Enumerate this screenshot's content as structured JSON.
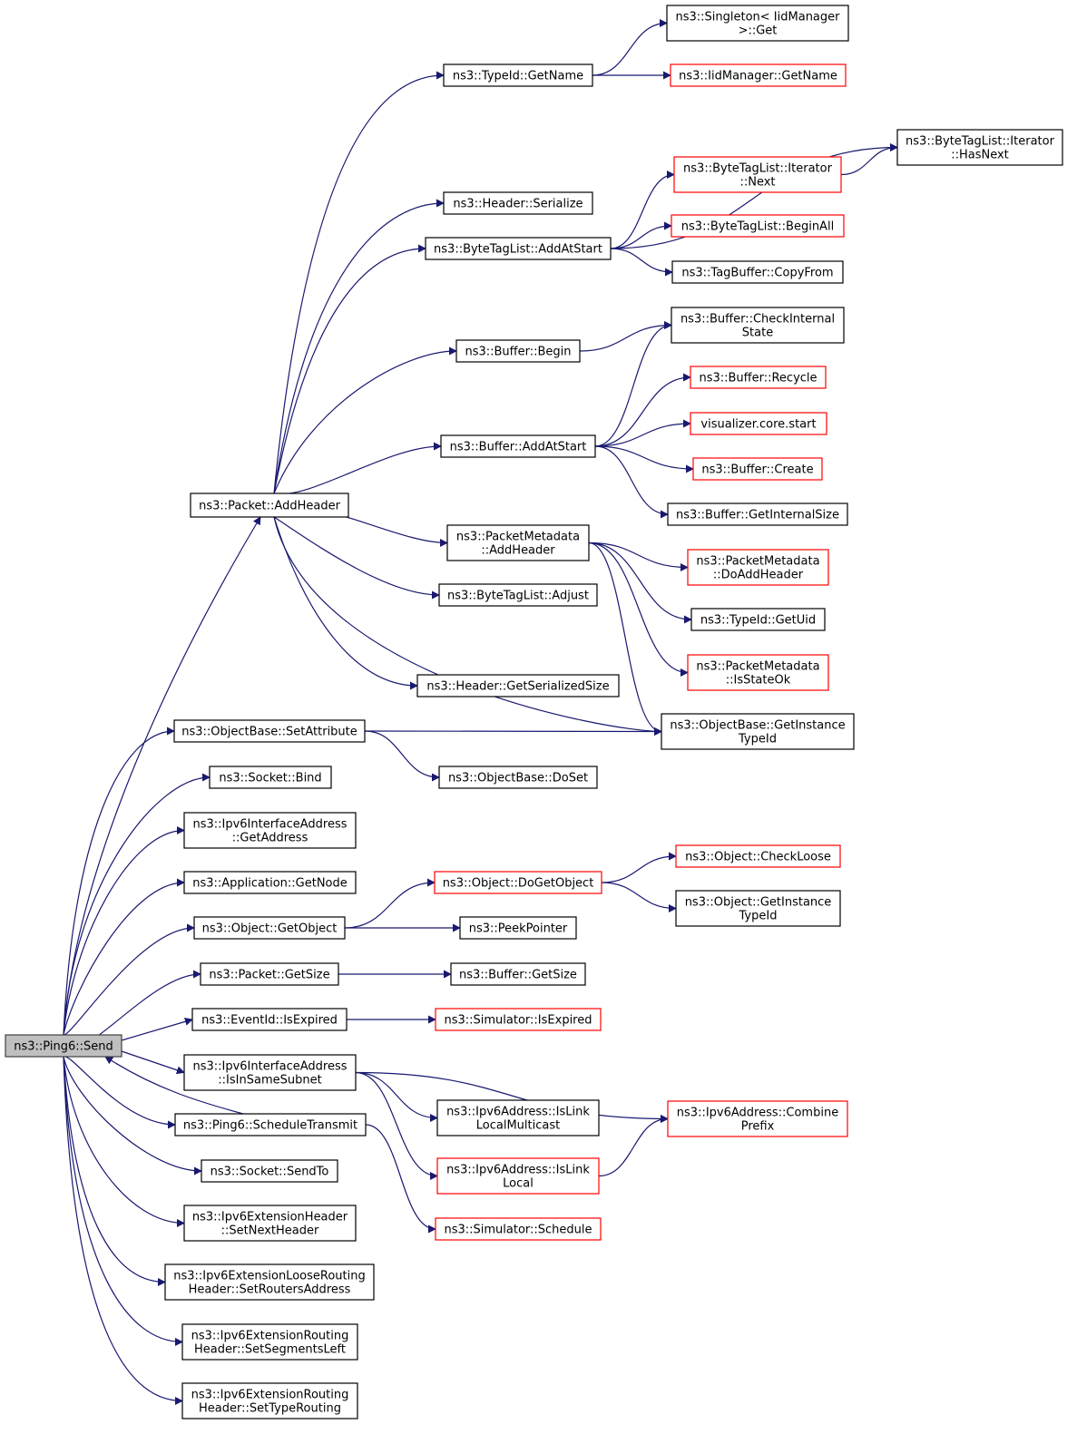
{
  "graph": {
    "title": "Call graph of ns3::Ping6::Send",
    "colors": {
      "edge": "#191970",
      "node_border": "#000000",
      "node_border_undocumented": "#ff0000",
      "root_fill": "#bfbfbf"
    },
    "nodes": [
      {
        "id": "send",
        "lines": [
          "ns3::Ping6::Send"
        ],
        "style": "root"
      },
      {
        "id": "addheader",
        "lines": [
          "ns3::Packet::AddHeader"
        ],
        "style": "normal"
      },
      {
        "id": "setattr",
        "lines": [
          "ns3::ObjectBase::SetAttribute"
        ],
        "style": "normal"
      },
      {
        "id": "bind",
        "lines": [
          "ns3::Socket::Bind"
        ],
        "style": "normal"
      },
      {
        "id": "ifgetaddr",
        "lines": [
          "ns3::Ipv6InterfaceAddress",
          "::GetAddress"
        ],
        "style": "normal"
      },
      {
        "id": "appgetnode",
        "lines": [
          "ns3::Application::GetNode"
        ],
        "style": "normal"
      },
      {
        "id": "getobject",
        "lines": [
          "ns3::Object::GetObject"
        ],
        "style": "normal"
      },
      {
        "id": "pktgetsize",
        "lines": [
          "ns3::Packet::GetSize"
        ],
        "style": "normal"
      },
      {
        "id": "isexpired",
        "lines": [
          "ns3::EventId::IsExpired"
        ],
        "style": "normal"
      },
      {
        "id": "issamesubnet",
        "lines": [
          "ns3::Ipv6InterfaceAddress",
          "::IsInSameSubnet"
        ],
        "style": "normal"
      },
      {
        "id": "schedtx",
        "lines": [
          "ns3::Ping6::ScheduleTransmit"
        ],
        "style": "normal"
      },
      {
        "id": "sendto",
        "lines": [
          "ns3::Socket::SendTo"
        ],
        "style": "normal"
      },
      {
        "id": "setnexthdr",
        "lines": [
          "ns3::Ipv6ExtensionHeader",
          "::SetNextHeader"
        ],
        "style": "normal"
      },
      {
        "id": "setrouters",
        "lines": [
          "ns3::Ipv6ExtensionLooseRouting",
          "Header::SetRoutersAddress"
        ],
        "style": "normal"
      },
      {
        "id": "setsegs",
        "lines": [
          "ns3::Ipv6ExtensionRouting",
          "Header::SetSegmentsLeft"
        ],
        "style": "normal"
      },
      {
        "id": "settype",
        "lines": [
          "ns3::Ipv6ExtensionRouting",
          "Header::SetTypeRouting"
        ],
        "style": "normal"
      },
      {
        "id": "typeidgetname",
        "lines": [
          "ns3::TypeId::GetName"
        ],
        "style": "normal"
      },
      {
        "id": "hdrserialize",
        "lines": [
          "ns3::Header::Serialize"
        ],
        "style": "normal"
      },
      {
        "id": "btladdatstart",
        "lines": [
          "ns3::ByteTagList::AddAtStart"
        ],
        "style": "normal"
      },
      {
        "id": "bufbegin",
        "lines": [
          "ns3::Buffer::Begin"
        ],
        "style": "normal"
      },
      {
        "id": "bufaddatstart",
        "lines": [
          "ns3::Buffer::AddAtStart"
        ],
        "style": "normal"
      },
      {
        "id": "pmaddheader",
        "lines": [
          "ns3::PacketMetadata",
          "::AddHeader"
        ],
        "style": "normal"
      },
      {
        "id": "btladjust",
        "lines": [
          "ns3::ByteTagList::Adjust"
        ],
        "style": "normal"
      },
      {
        "id": "hdrgetsersize",
        "lines": [
          "ns3::Header::GetSerializedSize"
        ],
        "style": "normal"
      },
      {
        "id": "objdoset",
        "lines": [
          "ns3::ObjectBase::DoSet"
        ],
        "style": "normal"
      },
      {
        "id": "dogetobject",
        "lines": [
          "ns3::Object::DoGetObject"
        ],
        "style": "red"
      },
      {
        "id": "peekpointer",
        "lines": [
          "ns3::PeekPointer"
        ],
        "style": "normal"
      },
      {
        "id": "bufgetsize",
        "lines": [
          "ns3::Buffer::GetSize"
        ],
        "style": "normal"
      },
      {
        "id": "simisexpired",
        "lines": [
          "ns3::Simulator::IsExpired"
        ],
        "style": "red"
      },
      {
        "id": "islinklocalmc",
        "lines": [
          "ns3::Ipv6Address::IsLink",
          "LocalMulticast"
        ],
        "style": "normal"
      },
      {
        "id": "islinklocal",
        "lines": [
          "ns3::Ipv6Address::IsLink",
          "Local"
        ],
        "style": "red"
      },
      {
        "id": "simschedule",
        "lines": [
          "ns3::Simulator::Schedule"
        ],
        "style": "red"
      },
      {
        "id": "singletonget",
        "lines": [
          "ns3::Singleton< IidManager",
          ">::Get"
        ],
        "style": "normal"
      },
      {
        "id": "iidgetname",
        "lines": [
          "ns3::IidManager::GetName"
        ],
        "style": "red"
      },
      {
        "id": "btliterhasnext",
        "lines": [
          "ns3::ByteTagList::Iterator",
          "::HasNext"
        ],
        "style": "normal"
      },
      {
        "id": "btliternext",
        "lines": [
          "ns3::ByteTagList::Iterator",
          "::Next"
        ],
        "style": "red"
      },
      {
        "id": "btlbeginall",
        "lines": [
          "ns3::ByteTagList::BeginAll"
        ],
        "style": "red"
      },
      {
        "id": "tagbufcopy",
        "lines": [
          "ns3::TagBuffer::CopyFrom"
        ],
        "style": "normal"
      },
      {
        "id": "bufcheckstate",
        "lines": [
          "ns3::Buffer::CheckInternal",
          "State"
        ],
        "style": "normal"
      },
      {
        "id": "bufrecycle",
        "lines": [
          "ns3::Buffer::Recycle"
        ],
        "style": "red"
      },
      {
        "id": "vizstart",
        "lines": [
          "visualizer.core.start"
        ],
        "style": "red"
      },
      {
        "id": "bufcreate",
        "lines": [
          "ns3::Buffer::Create"
        ],
        "style": "red"
      },
      {
        "id": "bufgetintsize",
        "lines": [
          "ns3::Buffer::GetInternalSize"
        ],
        "style": "normal"
      },
      {
        "id": "pmdoaddheader",
        "lines": [
          "ns3::PacketMetadata",
          "::DoAddHeader"
        ],
        "style": "red"
      },
      {
        "id": "typeidgetuid",
        "lines": [
          "ns3::TypeId::GetUid"
        ],
        "style": "normal"
      },
      {
        "id": "pmisstateok",
        "lines": [
          "ns3::PacketMetadata",
          "::IsStateOk"
        ],
        "style": "red"
      },
      {
        "id": "objbasegetinst",
        "lines": [
          "ns3::ObjectBase::GetInstance",
          "TypeId"
        ],
        "style": "normal"
      },
      {
        "id": "objcheckloose",
        "lines": [
          "ns3::Object::CheckLoose"
        ],
        "style": "red"
      },
      {
        "id": "objgetinst",
        "lines": [
          "ns3::Object::GetInstance",
          "TypeId"
        ],
        "style": "normal"
      },
      {
        "id": "combineprefix",
        "lines": [
          "ns3::Ipv6Address::Combine",
          "Prefix"
        ],
        "style": "red"
      }
    ],
    "edges": [
      [
        "send",
        "addheader"
      ],
      [
        "send",
        "setattr"
      ],
      [
        "send",
        "bind"
      ],
      [
        "send",
        "ifgetaddr"
      ],
      [
        "send",
        "appgetnode"
      ],
      [
        "send",
        "getobject"
      ],
      [
        "send",
        "pktgetsize"
      ],
      [
        "send",
        "isexpired"
      ],
      [
        "send",
        "issamesubnet"
      ],
      [
        "send",
        "schedtx"
      ],
      [
        "schedtx",
        "send"
      ],
      [
        "send",
        "sendto"
      ],
      [
        "send",
        "setnexthdr"
      ],
      [
        "send",
        "setrouters"
      ],
      [
        "send",
        "setsegs"
      ],
      [
        "send",
        "settype"
      ],
      [
        "addheader",
        "typeidgetname"
      ],
      [
        "addheader",
        "hdrserialize"
      ],
      [
        "addheader",
        "btladdatstart"
      ],
      [
        "addheader",
        "bufbegin"
      ],
      [
        "addheader",
        "bufaddatstart"
      ],
      [
        "addheader",
        "pmaddheader"
      ],
      [
        "addheader",
        "btladjust"
      ],
      [
        "addheader",
        "hdrgetsersize"
      ],
      [
        "addheader",
        "objbasegetinst"
      ],
      [
        "typeidgetname",
        "singletonget"
      ],
      [
        "typeidgetname",
        "iidgetname"
      ],
      [
        "btladdatstart",
        "btliterhasnext"
      ],
      [
        "btladdatstart",
        "btliternext"
      ],
      [
        "btladdatstart",
        "btlbeginall"
      ],
      [
        "btladdatstart",
        "tagbufcopy"
      ],
      [
        "btliternext",
        "btliterhasnext"
      ],
      [
        "bufbegin",
        "bufcheckstate"
      ],
      [
        "bufaddatstart",
        "bufcheckstate"
      ],
      [
        "bufaddatstart",
        "bufrecycle"
      ],
      [
        "bufaddatstart",
        "vizstart"
      ],
      [
        "bufaddatstart",
        "bufcreate"
      ],
      [
        "bufaddatstart",
        "bufgetintsize"
      ],
      [
        "pmaddheader",
        "pmdoaddheader"
      ],
      [
        "pmaddheader",
        "typeidgetuid"
      ],
      [
        "pmaddheader",
        "pmisstateok"
      ],
      [
        "pmaddheader",
        "objbasegetinst"
      ],
      [
        "setattr",
        "objbasegetinst"
      ],
      [
        "setattr",
        "objdoset"
      ],
      [
        "getobject",
        "dogetobject"
      ],
      [
        "getobject",
        "peekpointer"
      ],
      [
        "dogetobject",
        "objcheckloose"
      ],
      [
        "dogetobject",
        "objgetinst"
      ],
      [
        "pktgetsize",
        "bufgetsize"
      ],
      [
        "isexpired",
        "simisexpired"
      ],
      [
        "issamesubnet",
        "combineprefix"
      ],
      [
        "issamesubnet",
        "islinklocalmc"
      ],
      [
        "issamesubnet",
        "islinklocal"
      ],
      [
        "islinklocal",
        "combineprefix"
      ],
      [
        "schedtx",
        "simschedule"
      ]
    ]
  }
}
